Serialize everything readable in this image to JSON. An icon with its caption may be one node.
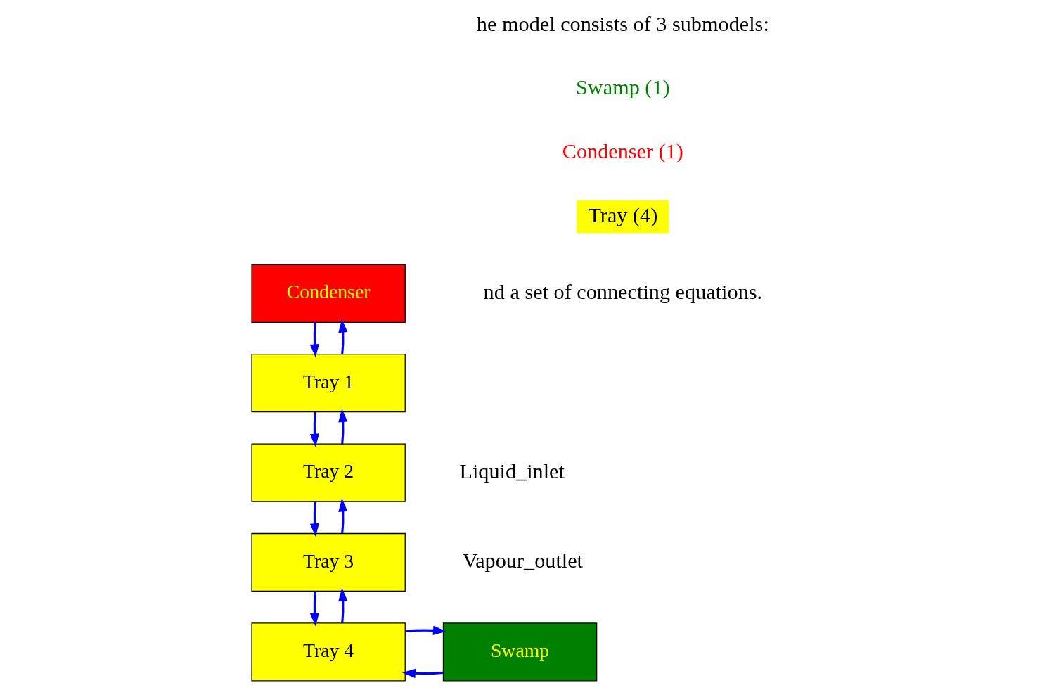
{
  "diagram": {
    "nodes": [
      {
        "text": [
          "Condenser"
        ]
      },
      {
        "text": [
          "Tray 1"
        ]
      },
      {
        "text": [
          "Tray 2"
        ]
      },
      {
        "text": [
          "Tray 3"
        ]
      },
      {
        "text": [
          "Tray 4"
        ]
      },
      {
        "text": [
          "Swamp"
        ]
      }
    ],
    "edges": [
      {
        "from": 1,
        "to": 0,
        "arrow": "to"
      },
      {
        "from": 0,
        "to": 1,
        "arrow": "to"
      },
      {
        "from": 2,
        "to": 1,
        "arrow": "to"
      },
      {
        "from": 1,
        "to": 2,
        "arrow": "to"
      },
      {
        "from": 3,
        "to": 2,
        "arrow": "to"
      },
      {
        "from": 2,
        "to": 3,
        "arrow": "to"
      },
      {
        "from": 4,
        "to": 3,
        "arrow": "to"
      },
      {
        "from": 3,
        "to": 4,
        "arrow": "to"
      },
      {
        "from": 5,
        "to": 4,
        "arrow": "to"
      },
      {
        "from": 4,
        "to": 5,
        "arrow": "to"
      }
    ],
    "labels": [
      "he model consists of 3 submodels:",
      "Swamp (1)",
      "Condenser (1)",
      "Tray (4)",
      "nd a set of connecting equations.",
      "Vapour_outlet",
      "Liquid_inlet"
    ]
  }
}
